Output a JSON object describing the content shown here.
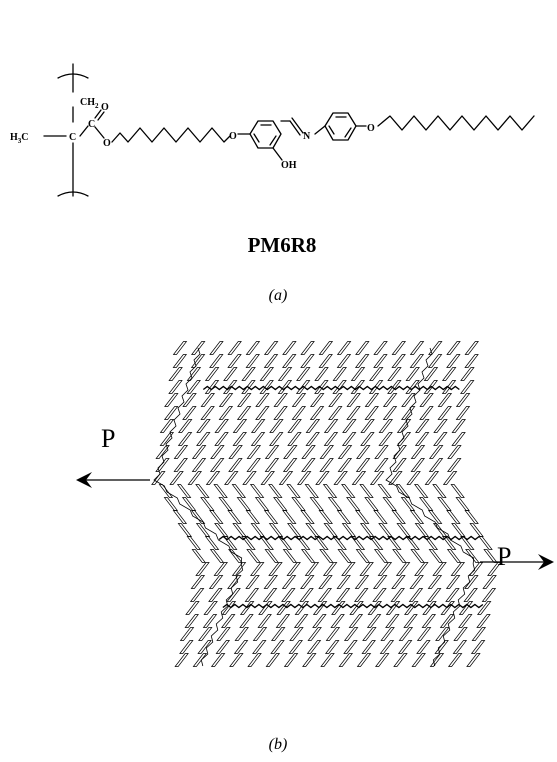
{
  "panel_a": {
    "compound_name": "PM6R8",
    "caption": "(a)",
    "atoms": {
      "ch2": "CH",
      "ch2_sub": "2",
      "ch3": "H",
      "ch3_sub": "3",
      "ch3_c": "C",
      "backbone_c": "C",
      "ester_c": "C",
      "carbonyl_o": "O",
      "ester_o": "O",
      "ether_o1": "O",
      "hydroxyl": "OH",
      "imine_n": "N",
      "ether_o2": "O"
    }
  },
  "panel_b": {
    "caption": "(b)",
    "left_arrow_label": "P",
    "right_arrow_label": "P",
    "layer_count": 3,
    "molecules_per_row": 17
  }
}
